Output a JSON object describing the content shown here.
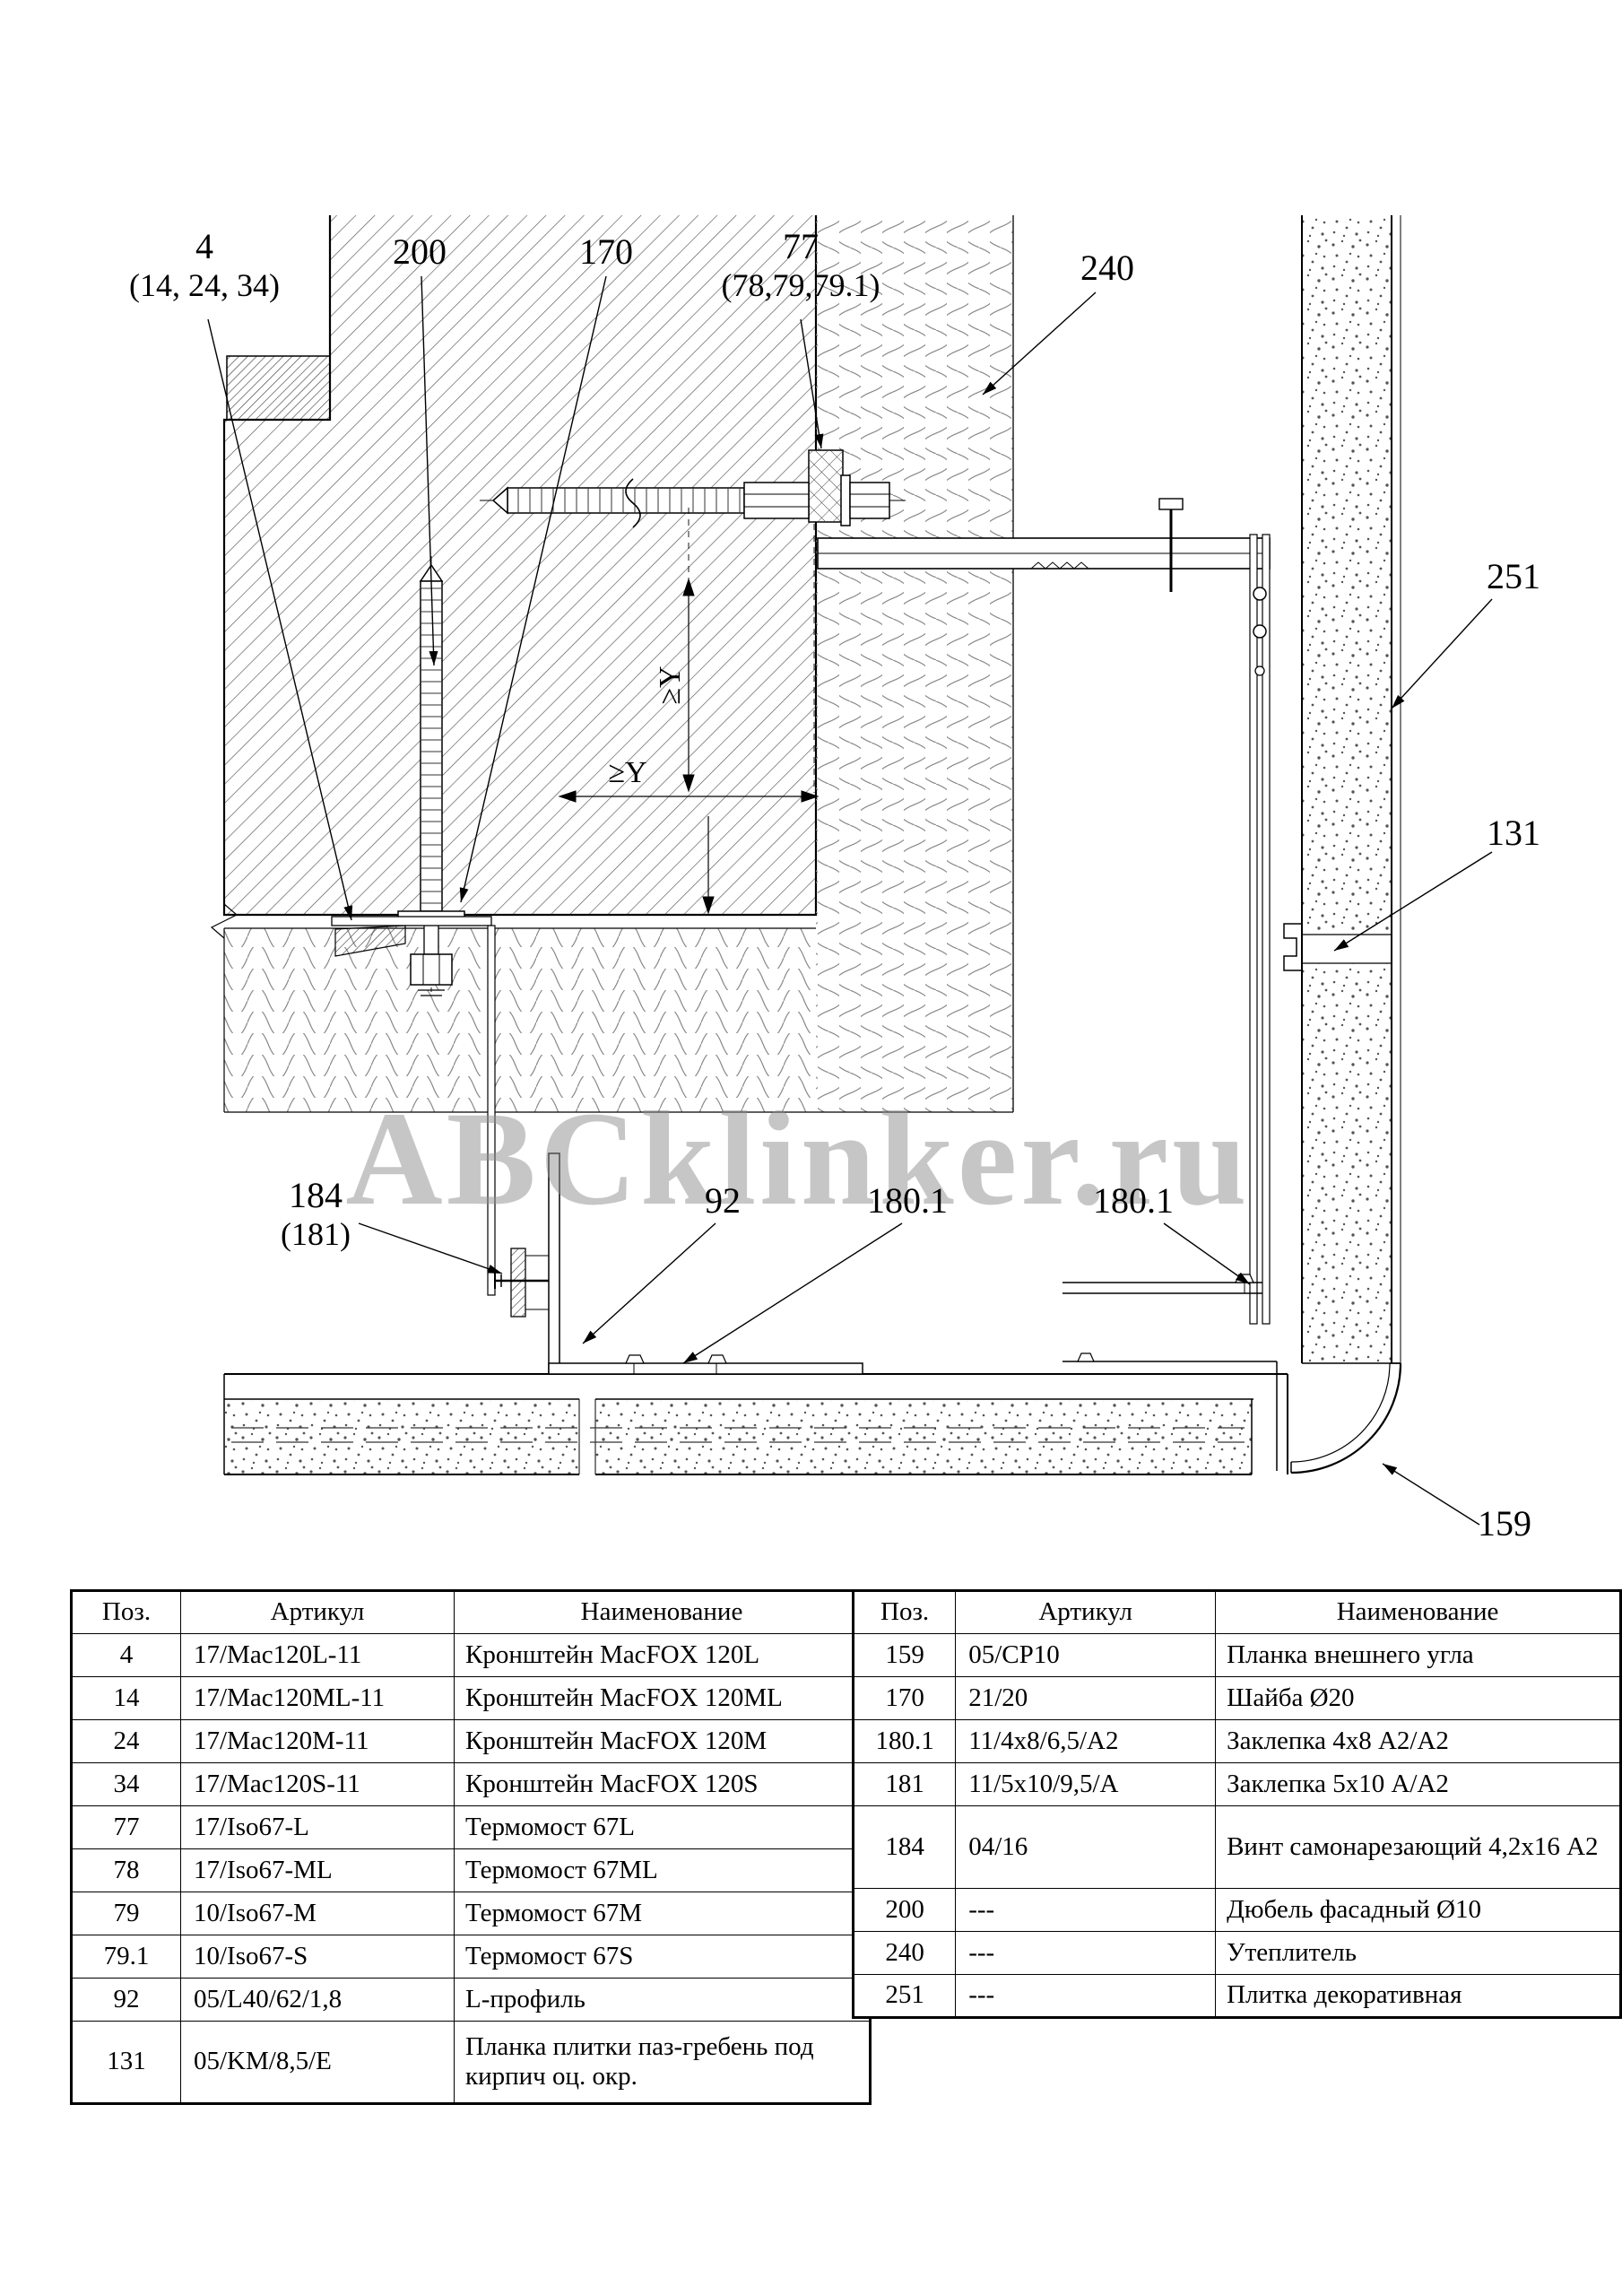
{
  "watermark": "ABCklinker.ru",
  "drawing": {
    "callouts": {
      "c4": {
        "text": "4",
        "sub": "(14, 24, 34)"
      },
      "c200": {
        "text": "200"
      },
      "c170": {
        "text": "170"
      },
      "c77": {
        "text": "77",
        "sub": "(78,79,79.1)"
      },
      "c240": {
        "text": "240"
      },
      "c251": {
        "text": "251"
      },
      "c131": {
        "text": "131"
      },
      "c184": {
        "text": "184",
        "sub": "(181)"
      },
      "c92": {
        "text": "92"
      },
      "c180_1a": {
        "text": "180.1"
      },
      "c180_1b": {
        "text": "180.1"
      },
      "c159": {
        "text": "159"
      }
    },
    "dimensions": {
      "vertical": "≥Y",
      "horizontal": "≥Y"
    }
  },
  "tables": {
    "left": {
      "headers": [
        "Поз.",
        "Артикул",
        "Наименование"
      ],
      "rows": [
        [
          "4",
          "17/Mac120L-11",
          "Кронштейн MacFOX 120L"
        ],
        [
          "14",
          "17/Mac120ML-11",
          "Кронштейн MacFOX 120ML"
        ],
        [
          "24",
          "17/Mac120M-11",
          "Кронштейн MacFOX 120M"
        ],
        [
          "34",
          "17/Mac120S-11",
          "Кронштейн MacFOX 120S"
        ],
        [
          "77",
          "17/Iso67-L",
          "Термомост 67L"
        ],
        [
          "78",
          "17/Iso67-ML",
          "Термомост 67ML"
        ],
        [
          "79",
          "10/Iso67-M",
          "Термомост 67M"
        ],
        [
          "79.1",
          "10/Iso67-S",
          "Термомост 67S"
        ],
        [
          "92",
          "05/L40/62/1,8",
          "L-профиль"
        ],
        [
          "131",
          "05/KM/8,5/E",
          "Планка плитки паз-гребень под кирпич оц. окр."
        ]
      ]
    },
    "right": {
      "headers": [
        "Поз.",
        "Артикул",
        "Наименование"
      ],
      "rows": [
        [
          "159",
          "05/CP10",
          "Планка внешнего угла"
        ],
        [
          "170",
          "21/20",
          "Шайба Ø20"
        ],
        [
          "180.1",
          "11/4x8/6,5/A2",
          "Заклепка 4x8 А2/А2"
        ],
        [
          "181",
          "11/5x10/9,5/A",
          "Заклепка 5x10 А/А2"
        ],
        [
          "184",
          "04/16",
          "Винт самонарезающий 4,2x16 А2"
        ],
        [
          "200",
          "---",
          "Дюбель фасадный Ø10"
        ],
        [
          "240",
          "---",
          "Утеплитель"
        ],
        [
          "251",
          "---",
          "Плитка декоративная"
        ]
      ]
    }
  }
}
